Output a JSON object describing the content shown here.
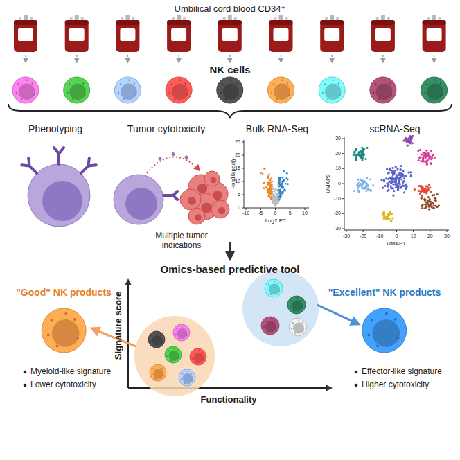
{
  "diagram": {
    "nodes": [
      {
        "text": [
          "\"Good\" NK products"
        ]
      },
      {
        "text": [
          "\"Excellent\" NK products"
        ]
      }
    ],
    "labels": [
      "Umbilical cord blood CD34⁺",
      "NK cells",
      "Phenotyping",
      "Tumor cytotoxicity",
      "Bulk RNA-Seq",
      "scRNA-Seq",
      "Multiple tumor indications",
      "0",
      "5",
      "10",
      "15",
      "20",
      "25",
      "-10",
      "-5",
      "0",
      "5",
      "10",
      "-log10(padj)",
      "Log2 FC",
      "-30",
      "-20",
      "-10",
      "0",
      "10",
      "20",
      "30",
      "-30",
      "-20",
      "-10",
      "0",
      "10",
      "20",
      "30",
      "UMAP2",
      "UMAP1",
      "Omics-based predictive tool",
      "Signature score",
      "Functionality",
      "Myeloid-like signature",
      "Lower cytotoxicity",
      "Effector-like signature",
      "Higher cytotoxicity"
    ]
  }
}
